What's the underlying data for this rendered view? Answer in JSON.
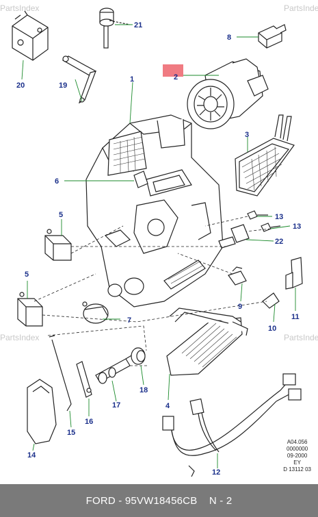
{
  "watermarks": [
    "PartsIndex",
    "PartsIndex",
    "PartsIndex",
    "PartsIndex"
  ],
  "callouts": [
    "1",
    "2",
    "3",
    "4",
    "5",
    "5",
    "6",
    "7",
    "8",
    "9",
    "10",
    "11",
    "12",
    "13",
    "13",
    "14",
    "15",
    "16",
    "17",
    "18",
    "19",
    "20",
    "21",
    "22"
  ],
  "reference_block": [
    "A04.056",
    "0000000",
    "09-2000",
    "EY",
    "D 13112 03"
  ],
  "footer": {
    "text": "FORD - 95VW18456CB    N - 2"
  },
  "colors": {
    "callout": "#1a2f8a",
    "footer_bg": "#7a7a7a",
    "highlight": "#f07b82",
    "leader": "#1a8a2a"
  }
}
